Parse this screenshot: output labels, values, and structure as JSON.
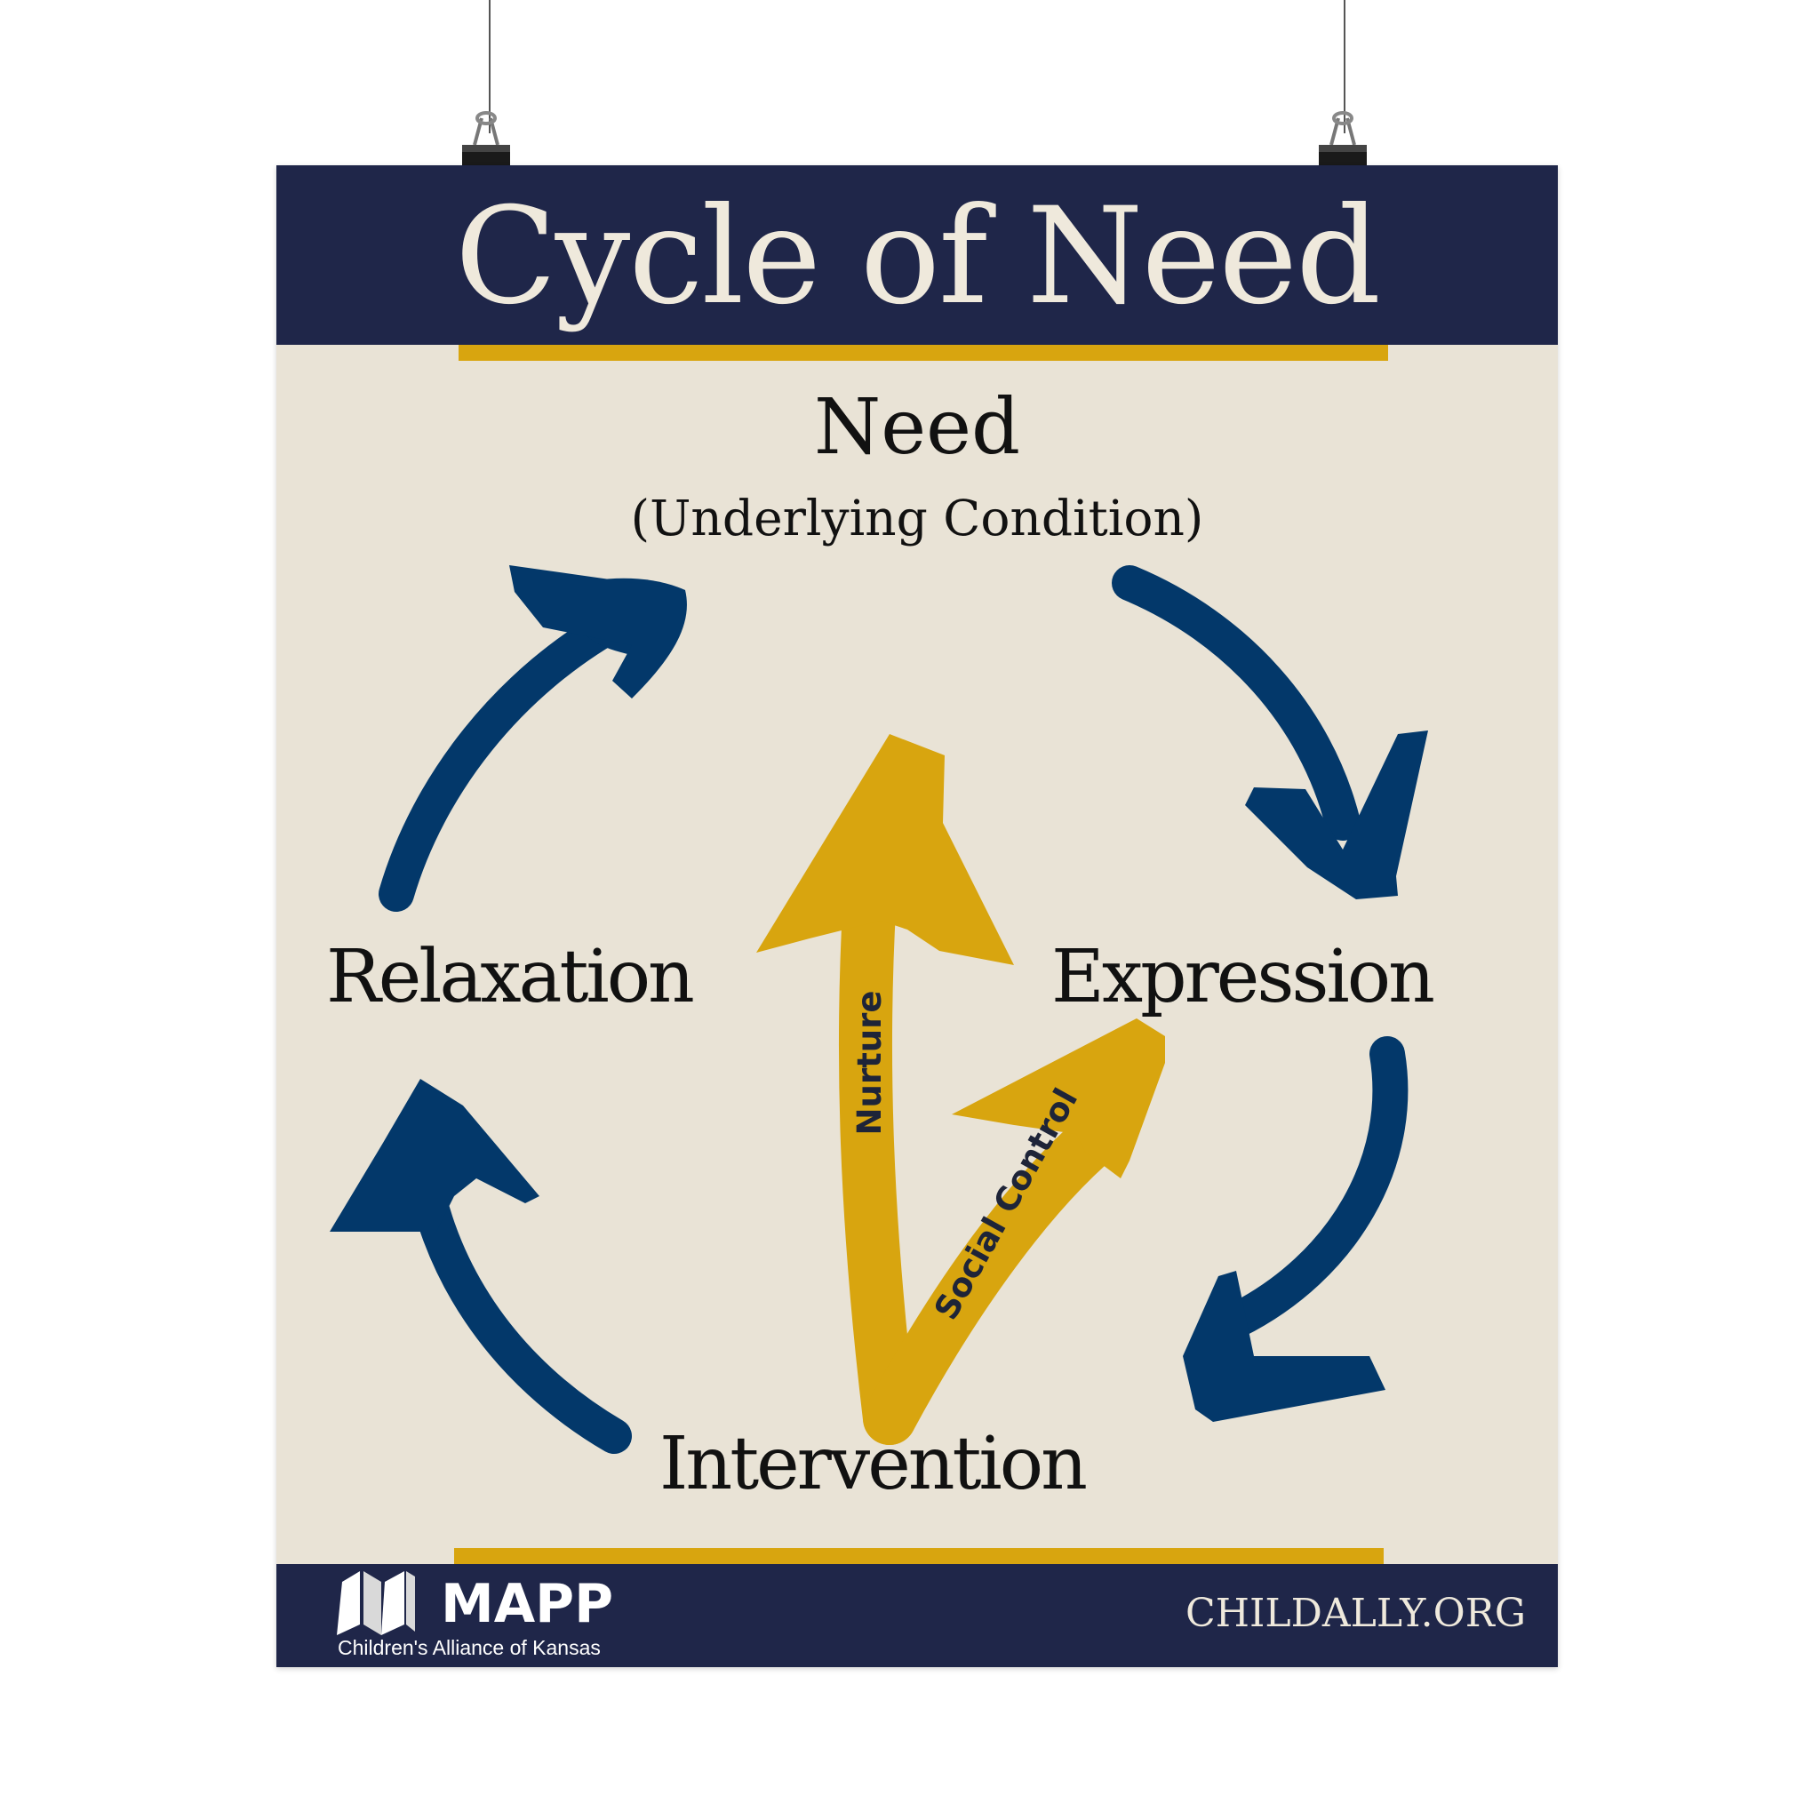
{
  "poster": {
    "title": "Cycle of Need",
    "colors": {
      "navy": "#1f2649",
      "arrow_blue": "#03386a",
      "gold": "#d8a50f",
      "cream": "#e9e3d6",
      "title_text": "#efe9dc"
    }
  },
  "diagram": {
    "nodes": {
      "need": {
        "label": "Need",
        "sublabel": "(Underlying Condition)"
      },
      "expression": {
        "label": "Expression"
      },
      "intervention": {
        "label": "Intervention"
      },
      "relaxation": {
        "label": "Relaxation"
      }
    },
    "inner_arrows": {
      "nurture": "Nurture",
      "social_control": "Social Control"
    }
  },
  "footer": {
    "logo_icon": "folded-map-icon",
    "brand": "MAPP",
    "brand_subtitle": "Children's Alliance of Kansas",
    "website": "CHILDALLY.ORG"
  }
}
